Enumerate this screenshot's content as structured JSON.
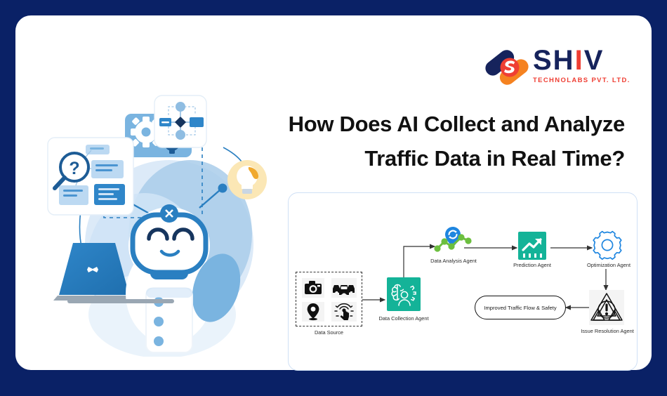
{
  "theme": {
    "page_background": "#0a2166",
    "card_background": "#ffffff",
    "brand_navy": "#16235c",
    "brand_red": "#ef3e33",
    "brand_orange": "#f58220",
    "accent_teal": "#14b398",
    "accent_blue": "#1f86e0",
    "panel_border": "#cfe0f5",
    "illustration_blue": "#2a7fc1",
    "illustration_light": "#bcd9f2"
  },
  "logo": {
    "name_part1": "SH",
    "name_accent": "I",
    "name_part2": "V",
    "name_full": "SHIV",
    "tagline": "TECHNOLABS PVT. LTD.",
    "mark_name": "shiv-capsule-mark"
  },
  "title": {
    "line1": "How Does AI Collect and Analyze",
    "line2": "Traffic Data in Real Time?",
    "full": "How Does AI Collect and Analyze Traffic Data in Real Time?"
  },
  "illustration": {
    "name": "ai-robot-illustration",
    "robot": {
      "name": "robot-character",
      "expression": "smiling"
    },
    "laptop": {
      "name": "laptop-icon"
    },
    "cards": [
      {
        "name": "gears-card",
        "icon": "gears-icon"
      },
      {
        "name": "search-question-card",
        "icon": "magnifier-question-icon"
      },
      {
        "name": "flowchart-card",
        "icon": "flowchart-icon"
      }
    ],
    "lightbulb": {
      "name": "lightbulb-badge",
      "icon": "lightbulb-icon"
    }
  },
  "diagram": {
    "name": "ai-traffic-agent-flow",
    "nodes": [
      {
        "id": "data-source",
        "label": "Data Source",
        "style": "dashed-box",
        "icons": [
          "camera-icon",
          "traffic-cars-icon",
          "location-pin-icon",
          "sensor-touch-icon"
        ]
      },
      {
        "id": "data-collection",
        "label": "Data Collection Agent",
        "style": "teal-square",
        "icon": "brain-gear-person-icon"
      },
      {
        "id": "data-analysis",
        "label": "Data Analysis Agent",
        "style": "plain-icon",
        "icon": "pin-refresh-chart-icon"
      },
      {
        "id": "prediction",
        "label": "Prediction Agent",
        "style": "teal-square",
        "icon": "trend-up-chart-icon"
      },
      {
        "id": "optimization",
        "label": "Optimization Agent",
        "style": "plain-icon",
        "icon": "gear-outline-icon"
      },
      {
        "id": "issue-resolution",
        "label": "Issue Resolution Agent",
        "style": "plain-icon",
        "icon": "warning-triangle-icon"
      },
      {
        "id": "outcome",
        "label": "Improved Traffic Flow & Safety",
        "style": "pill",
        "icon": "none"
      }
    ],
    "edges": [
      {
        "from": "data-source",
        "to": "data-collection"
      },
      {
        "from": "data-collection",
        "to": "data-analysis"
      },
      {
        "from": "data-analysis",
        "to": "prediction"
      },
      {
        "from": "prediction",
        "to": "optimization"
      },
      {
        "from": "optimization",
        "to": "issue-resolution"
      },
      {
        "from": "issue-resolution",
        "to": "outcome"
      }
    ]
  }
}
